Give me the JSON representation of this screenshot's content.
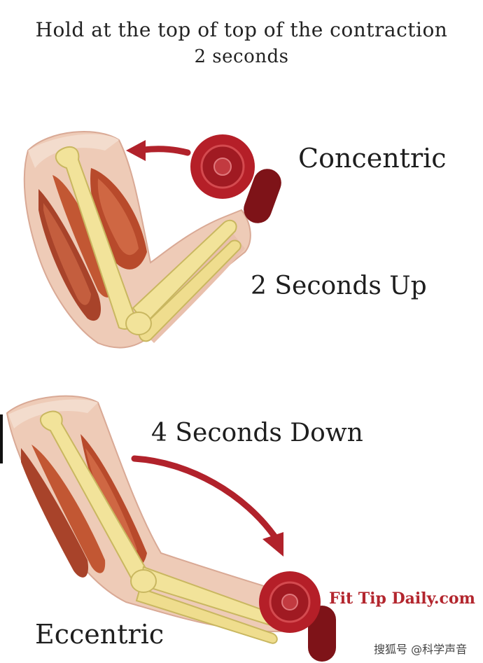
{
  "title": {
    "line1": "Hold at the top of top of the contraction",
    "line2": "2 seconds"
  },
  "phases": {
    "concentric_label": "Concentric",
    "up_label": "2 Seconds Up",
    "down_label": "4 Seconds Down",
    "eccentric_label": "Eccentric"
  },
  "watermarks": {
    "brand": "Fit Tip Daily.com",
    "source": "搜狐号 @科学声音"
  },
  "colors": {
    "skin": "#eecbb7",
    "skin_dark": "#d9a995",
    "muscle": "#b84a2b",
    "muscle_light": "#d8734f",
    "bone": "#f2e39a",
    "bone_outline": "#c9b760",
    "dumbbell": "#b51f28",
    "dumbbell_dark": "#7e1318",
    "arrow": "#b1222b"
  }
}
